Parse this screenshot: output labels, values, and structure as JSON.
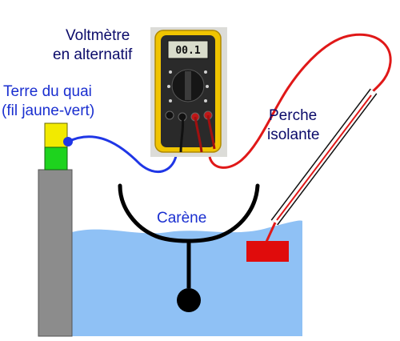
{
  "labels": {
    "voltmetre_line1": "Voltmètre",
    "voltmetre_line2": "en alternatif",
    "terre_line1": "Terre du quai",
    "terre_line2": "(fil jaune-vert)",
    "perche_line1": "Perche",
    "perche_line2": "isolante",
    "carene": "Carène"
  },
  "multimeter": {
    "display": "00.1"
  },
  "colors": {
    "label_text": "#1a2fd0",
    "water": "#8fc1f5",
    "ground_wire": "#1f36e6",
    "probe_wire": "#e01818",
    "quay_post": "#8c8c8c",
    "terminal_yellow": "#f2ea00",
    "terminal_green": "#1ed31e",
    "probe_block": "#e00c0c",
    "hull": "#000000"
  }
}
